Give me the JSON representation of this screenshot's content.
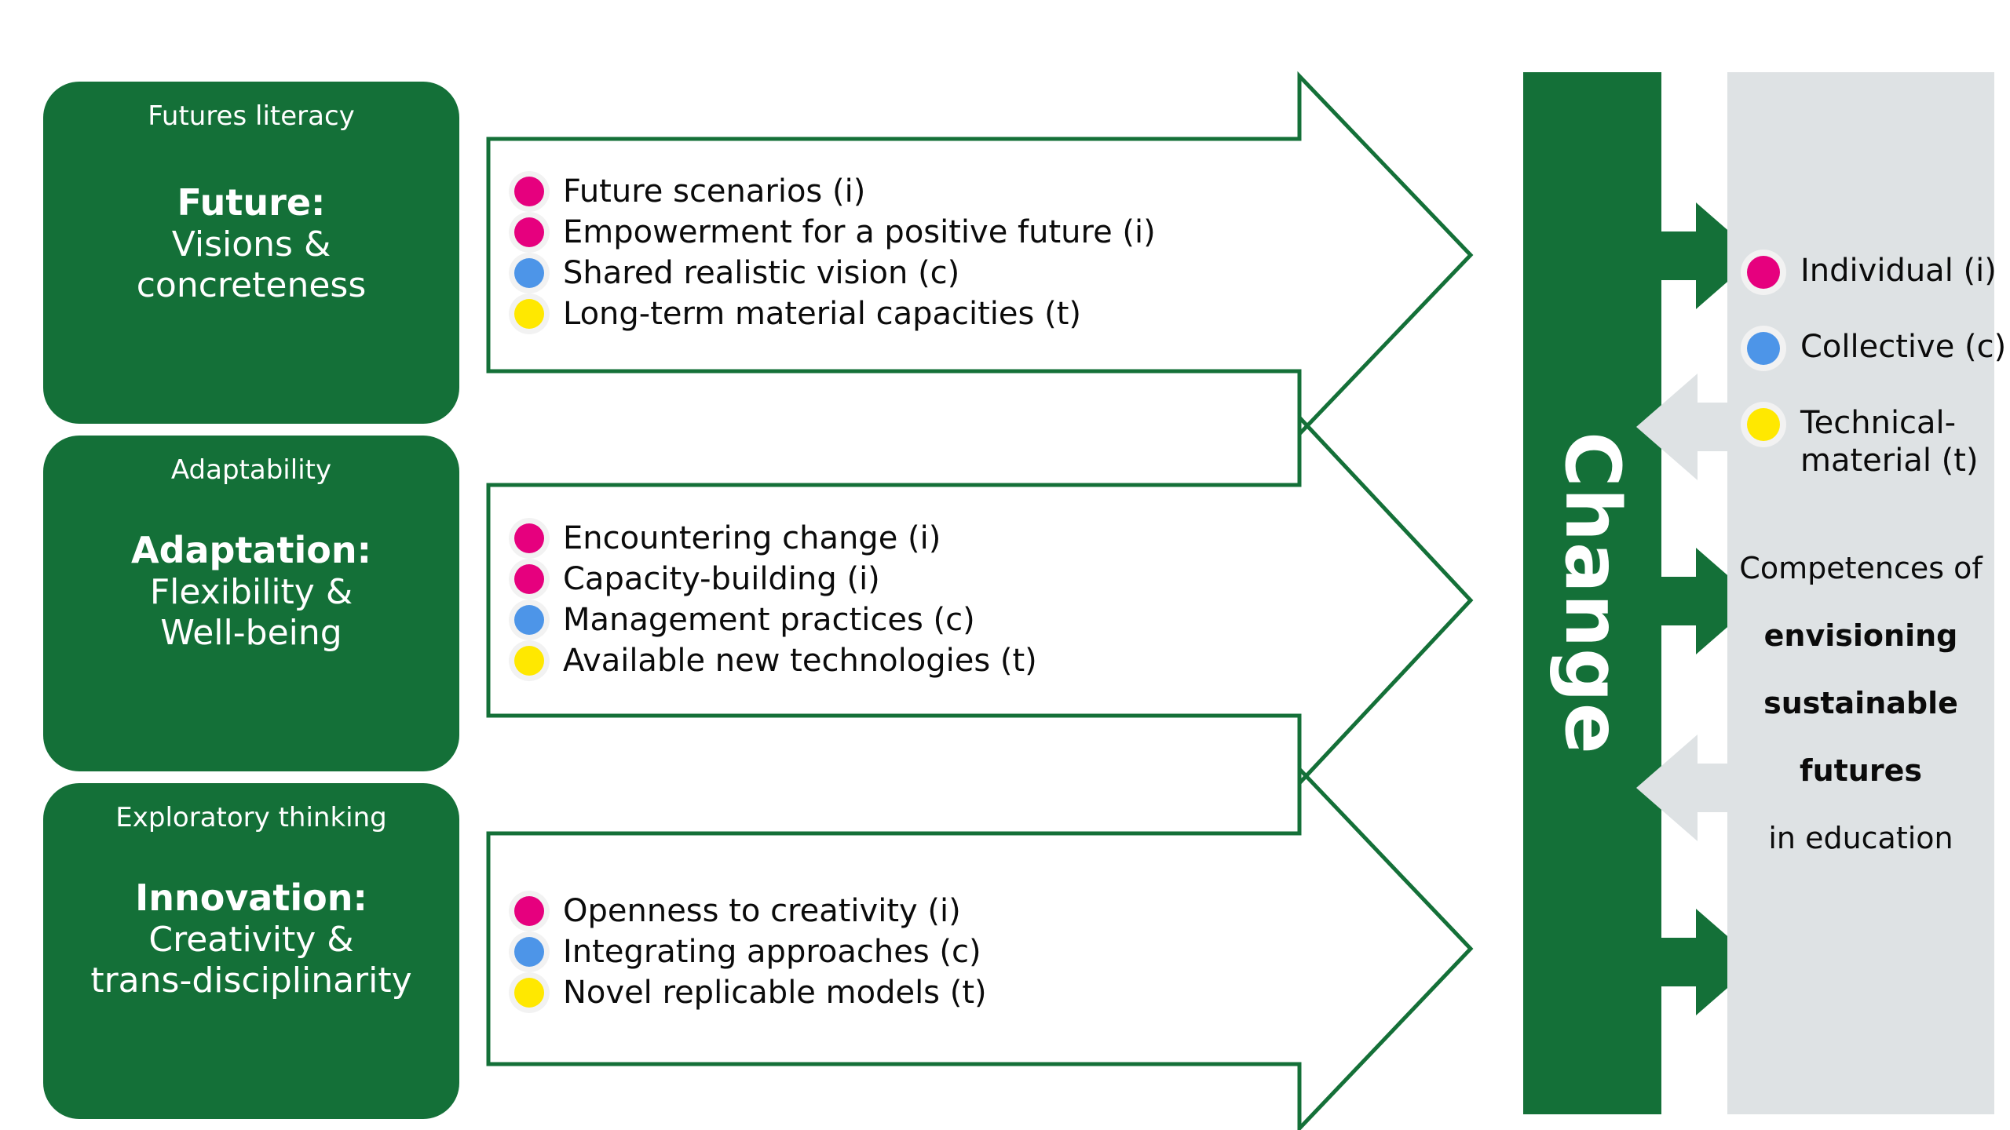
{
  "colors": {
    "green": "#147038",
    "grey_panel": "#dee2e4",
    "grey_arrow": "#dee2e4",
    "magenta": "#e6007e",
    "blue": "#4d95e8",
    "yellow": "#ffe800",
    "text": "#0b0b0b",
    "white": "#ffffff"
  },
  "cards": [
    {
      "subtitle": "Futures literacy",
      "title": "Future:",
      "lines": [
        "Visions &",
        "concreteness"
      ]
    },
    {
      "subtitle": "Adaptability",
      "title": "Adaptation:",
      "lines": [
        "Flexibility &",
        "Well-being"
      ]
    },
    {
      "subtitle": "Exploratory thinking",
      "title": "Innovation:",
      "lines": [
        "Creativity &",
        "trans-disciplinarity"
      ]
    }
  ],
  "bullet_groups": [
    {
      "items": [
        {
          "label": "Future scenarios (i)",
          "color": "#e6007e",
          "type": "i"
        },
        {
          "label": "Empowerment for a positive future (i)",
          "color": "#e6007e",
          "type": "i"
        },
        {
          "label": "Shared realistic vision (c)",
          "color": "#4d95e8",
          "type": "c"
        },
        {
          "label": "Long-term material capacities (t)",
          "color": "#ffe800",
          "type": "t"
        }
      ]
    },
    {
      "items": [
        {
          "label": "Encountering change (i)",
          "color": "#e6007e",
          "type": "i"
        },
        {
          "label": "Capacity-building (i)",
          "color": "#e6007e",
          "type": "i"
        },
        {
          "label": "Management practices (c)",
          "color": "#4d95e8",
          "type": "c"
        },
        {
          "label": "Available new technologies (t)",
          "color": "#ffe800",
          "type": "t"
        }
      ]
    },
    {
      "items": [
        {
          "label": "Openness to creativity (i)",
          "color": "#e6007e",
          "type": "i"
        },
        {
          "label": "Integrating approaches (c)",
          "color": "#4d95e8",
          "type": "c"
        },
        {
          "label": "Novel replicable models (t)",
          "color": "#ffe800",
          "type": "t"
        }
      ]
    }
  ],
  "change_bar": {
    "label": "Change"
  },
  "legend": [
    {
      "label": "Individual (i)",
      "color": "#e6007e"
    },
    {
      "label": "Collective (c)",
      "color": "#4d95e8"
    },
    {
      "label": "Technical-\nmaterial (t)",
      "color": "#ffe800"
    }
  ],
  "caption": {
    "lines": [
      {
        "text": "Competences of",
        "bold": false
      },
      {
        "text": "envisioning",
        "bold": true
      },
      {
        "text": "sustainable",
        "bold": true
      },
      {
        "text": "futures",
        "bold": true
      },
      {
        "text": "in education",
        "bold": false
      }
    ]
  }
}
